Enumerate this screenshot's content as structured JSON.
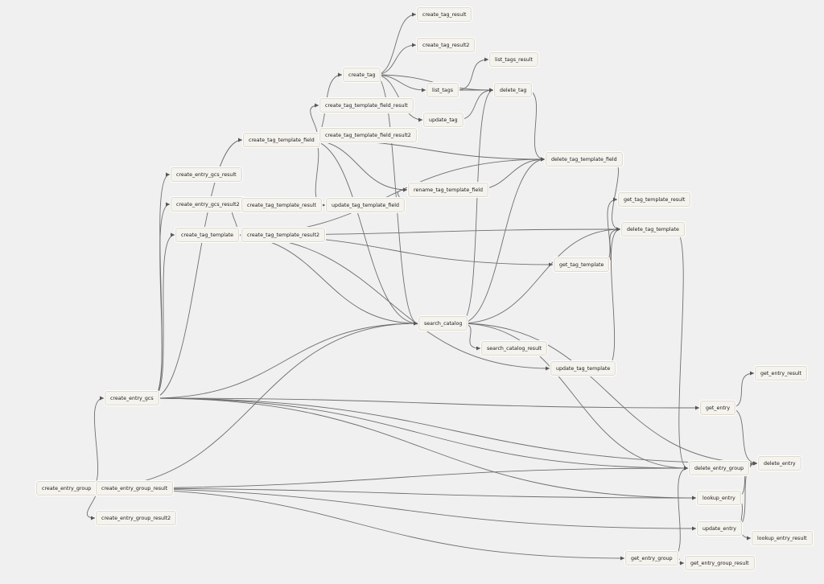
{
  "graph": {
    "nodes": [
      {
        "id": "create_entry_group",
        "label": "create_entry_group"
      },
      {
        "id": "create_entry_group_result",
        "label": "create_entry_group_result"
      },
      {
        "id": "create_entry_group_result2",
        "label": "create_entry_group_result2"
      },
      {
        "id": "create_entry_gcs",
        "label": "create_entry_gcs"
      },
      {
        "id": "create_entry_gcs_result",
        "label": "create_entry_gcs_result"
      },
      {
        "id": "create_entry_gcs_result2",
        "label": "create_entry_gcs_result2"
      },
      {
        "id": "create_tag_template",
        "label": "create_tag_template"
      },
      {
        "id": "create_tag_template_result",
        "label": "create_tag_template_result"
      },
      {
        "id": "create_tag_template_result2",
        "label": "create_tag_template_result2"
      },
      {
        "id": "create_tag_template_field",
        "label": "create_tag_template_field"
      },
      {
        "id": "create_tag_template_field_result",
        "label": "create_tag_template_field_result"
      },
      {
        "id": "create_tag_template_field_result2",
        "label": "create_tag_template_field_result2"
      },
      {
        "id": "create_tag",
        "label": "create_tag"
      },
      {
        "id": "create_tag_result",
        "label": "create_tag_result"
      },
      {
        "id": "create_tag_result2",
        "label": "create_tag_result2"
      },
      {
        "id": "list_tags",
        "label": "list_tags"
      },
      {
        "id": "list_tags_result",
        "label": "list_tags_result"
      },
      {
        "id": "update_tag",
        "label": "update_tag"
      },
      {
        "id": "delete_tag",
        "label": "delete_tag"
      },
      {
        "id": "update_tag_template_field",
        "label": "update_tag_template_field"
      },
      {
        "id": "rename_tag_template_field",
        "label": "rename_tag_template_field"
      },
      {
        "id": "delete_tag_template_field",
        "label": "delete_tag_template_field"
      },
      {
        "id": "get_tag_template",
        "label": "get_tag_template"
      },
      {
        "id": "get_tag_template_result",
        "label": "get_tag_template_result"
      },
      {
        "id": "delete_tag_template",
        "label": "delete_tag_template"
      },
      {
        "id": "search_catalog",
        "label": "search_catalog"
      },
      {
        "id": "search_catalog_result",
        "label": "search_catalog_result"
      },
      {
        "id": "update_tag_template",
        "label": "update_tag_template"
      },
      {
        "id": "get_entry",
        "label": "get_entry"
      },
      {
        "id": "get_entry_result",
        "label": "get_entry_result"
      },
      {
        "id": "delete_entry_group",
        "label": "delete_entry_group"
      },
      {
        "id": "delete_entry",
        "label": "delete_entry"
      },
      {
        "id": "lookup_entry",
        "label": "lookup_entry"
      },
      {
        "id": "lookup_entry_result",
        "label": "lookup_entry_result"
      },
      {
        "id": "update_entry",
        "label": "update_entry"
      },
      {
        "id": "get_entry_group",
        "label": "get_entry_group"
      },
      {
        "id": "get_entry_group_result",
        "label": "get_entry_group_result"
      }
    ],
    "edges": [
      [
        "create_entry_group",
        "create_entry_group_result"
      ],
      [
        "create_entry_group",
        "create_entry_group_result2"
      ],
      [
        "create_entry_group",
        "create_entry_gcs"
      ],
      [
        "create_entry_group",
        "search_catalog"
      ],
      [
        "create_entry_group",
        "update_entry"
      ],
      [
        "create_entry_group",
        "lookup_entry"
      ],
      [
        "create_entry_group",
        "get_entry_group"
      ],
      [
        "create_entry_group",
        "delete_entry_group"
      ],
      [
        "create_entry_gcs",
        "create_entry_gcs_result"
      ],
      [
        "create_entry_gcs",
        "create_entry_gcs_result2"
      ],
      [
        "create_entry_gcs",
        "create_tag_template"
      ],
      [
        "create_entry_gcs",
        "create_tag_template_field"
      ],
      [
        "create_entry_gcs",
        "get_entry"
      ],
      [
        "create_entry_gcs",
        "delete_entry"
      ],
      [
        "create_entry_gcs",
        "search_catalog"
      ],
      [
        "create_entry_gcs",
        "delete_entry_group"
      ],
      [
        "create_entry_gcs",
        "lookup_entry"
      ],
      [
        "create_tag_template",
        "create_tag_template_result"
      ],
      [
        "create_tag_template",
        "create_tag_template_result2"
      ],
      [
        "create_tag_template",
        "get_tag_template"
      ],
      [
        "create_tag_template",
        "delete_tag_template_field"
      ],
      [
        "create_tag_template",
        "search_catalog"
      ],
      [
        "create_tag_template",
        "update_tag_template"
      ],
      [
        "create_tag_template",
        "delete_tag_template"
      ],
      [
        "create_tag_template_field",
        "create_tag"
      ],
      [
        "create_tag_template_field",
        "create_tag_template_field_result"
      ],
      [
        "create_tag_template_field",
        "create_tag_template_field_result2"
      ],
      [
        "create_tag_template_field",
        "update_tag_template_field"
      ],
      [
        "create_tag_template_field",
        "rename_tag_template_field"
      ],
      [
        "create_tag_template_field",
        "delete_tag_template_field"
      ],
      [
        "create_tag_template_field",
        "search_catalog"
      ],
      [
        "create_tag",
        "create_tag_result"
      ],
      [
        "create_tag",
        "create_tag_result2"
      ],
      [
        "create_tag",
        "list_tags"
      ],
      [
        "create_tag",
        "update_tag"
      ],
      [
        "create_tag",
        "delete_tag"
      ],
      [
        "create_tag",
        "search_catalog"
      ],
      [
        "list_tags",
        "list_tags_result"
      ],
      [
        "list_tags",
        "delete_tag"
      ],
      [
        "update_tag",
        "delete_tag"
      ],
      [
        "delete_tag",
        "delete_tag_template_field"
      ],
      [
        "update_tag_template_field",
        "rename_tag_template_field"
      ],
      [
        "rename_tag_template_field",
        "delete_tag_template_field"
      ],
      [
        "delete_tag_template_field",
        "delete_tag_template"
      ],
      [
        "get_tag_template",
        "get_tag_template_result"
      ],
      [
        "get_tag_template",
        "delete_tag_template"
      ],
      [
        "update_tag_template",
        "delete_tag_template"
      ],
      [
        "search_catalog",
        "search_catalog_result"
      ],
      [
        "search_catalog",
        "delete_tag"
      ],
      [
        "search_catalog",
        "delete_tag_template_field"
      ],
      [
        "search_catalog",
        "delete_tag_template"
      ],
      [
        "search_catalog",
        "delete_entry_group"
      ],
      [
        "search_catalog",
        "delete_entry"
      ],
      [
        "delete_tag_template",
        "delete_entry_group"
      ],
      [
        "get_entry",
        "get_entry_result"
      ],
      [
        "get_entry",
        "delete_entry"
      ],
      [
        "delete_entry_group",
        "delete_entry"
      ],
      [
        "lookup_entry",
        "lookup_entry_result"
      ],
      [
        "lookup_entry",
        "delete_entry"
      ],
      [
        "update_entry",
        "delete_entry"
      ],
      [
        "get_entry_group",
        "get_entry_group_result"
      ],
      [
        "get_entry_group",
        "delete_entry_group"
      ]
    ]
  }
}
